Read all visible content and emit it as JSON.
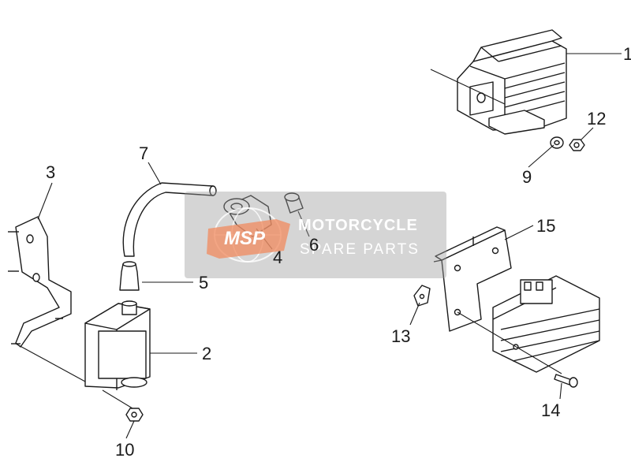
{
  "watermark": {
    "title": "MOTORCYCLE",
    "subtitle": "SPARE PARTS",
    "logo_text": "MSP",
    "logo_color": "#f08a5d"
  },
  "callouts": {
    "c1": "1",
    "c2": "2",
    "c3": "3",
    "c4": "4",
    "c5": "5",
    "c6": "6",
    "c7": "7",
    "c9": "9",
    "c10": "10",
    "c12": "12",
    "c13": "13",
    "c14": "14",
    "c15": "15"
  }
}
